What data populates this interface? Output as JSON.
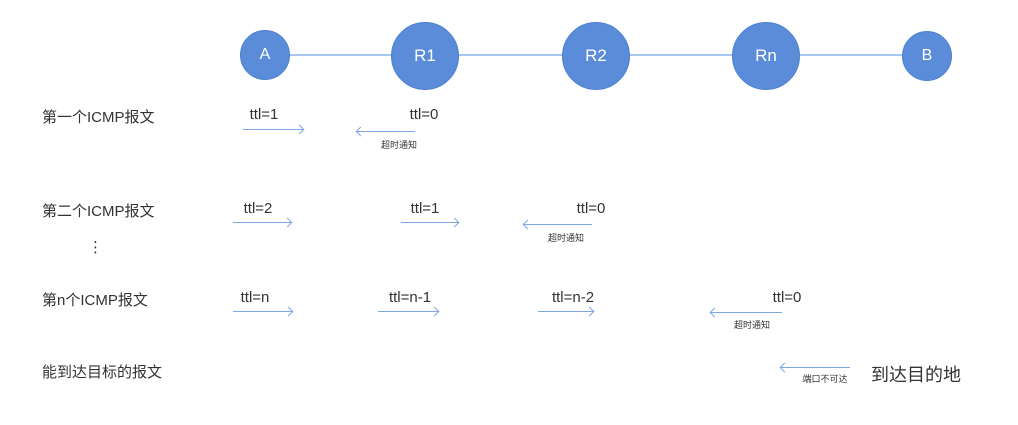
{
  "diagram": {
    "nodes": [
      {
        "label": "A"
      },
      {
        "label": "R1"
      },
      {
        "label": "R2"
      },
      {
        "label": "Rn"
      },
      {
        "label": "B"
      }
    ],
    "rows": [
      {
        "label": "第一个ICMP报文",
        "packets": [
          {
            "ttl": "ttl=1",
            "direction": "right"
          },
          {
            "ttl": "ttl=0",
            "direction": "left",
            "note": "超时通知"
          }
        ]
      },
      {
        "label": "第二个ICMP报文",
        "packets": [
          {
            "ttl": "ttl=2",
            "direction": "right"
          },
          {
            "ttl": "ttl=1",
            "direction": "right"
          },
          {
            "ttl": "ttl=0",
            "direction": "left",
            "note": "超时通知"
          }
        ]
      },
      {
        "label": "第n个ICMP报文",
        "packets": [
          {
            "ttl": "ttl=n",
            "direction": "right"
          },
          {
            "ttl": "ttl=n-1",
            "direction": "right"
          },
          {
            "ttl": "ttl=n-2",
            "direction": "right"
          },
          {
            "ttl": "ttl=0",
            "direction": "left",
            "note": "超时通知"
          }
        ]
      },
      {
        "label": "能到达目标的报文",
        "reply_note": "端口不可达",
        "destination": "到达目的地"
      }
    ],
    "ellipsis": "⋮",
    "colors": {
      "node_fill": "#5b8cd9",
      "node_border": "#4d80d0",
      "node_text": "#ffffff",
      "link": "#a9c7ee",
      "arrow": "#7fa7e6",
      "text": "#333333"
    }
  }
}
